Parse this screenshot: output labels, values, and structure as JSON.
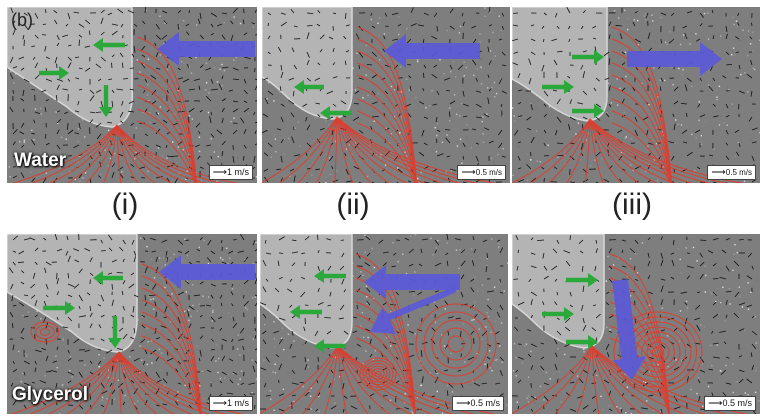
{
  "figure_tag": "(b)",
  "rows": {
    "top": "Water",
    "bottom": "Glycerol"
  },
  "columns": [
    "(i)",
    "(ii)",
    "(iii)"
  ],
  "scales": [
    "1 m/s",
    "0.5 m/s",
    "0.5 m/s",
    "1 m/s",
    "0.5 m/s",
    "0.5 m/s"
  ],
  "colors": {
    "streamline": "#e23a2a",
    "green_arrow": "#2aa83a",
    "blue_arrow": "#5a5ad8",
    "vector": "#111111",
    "background": "#8a8a8a"
  }
}
